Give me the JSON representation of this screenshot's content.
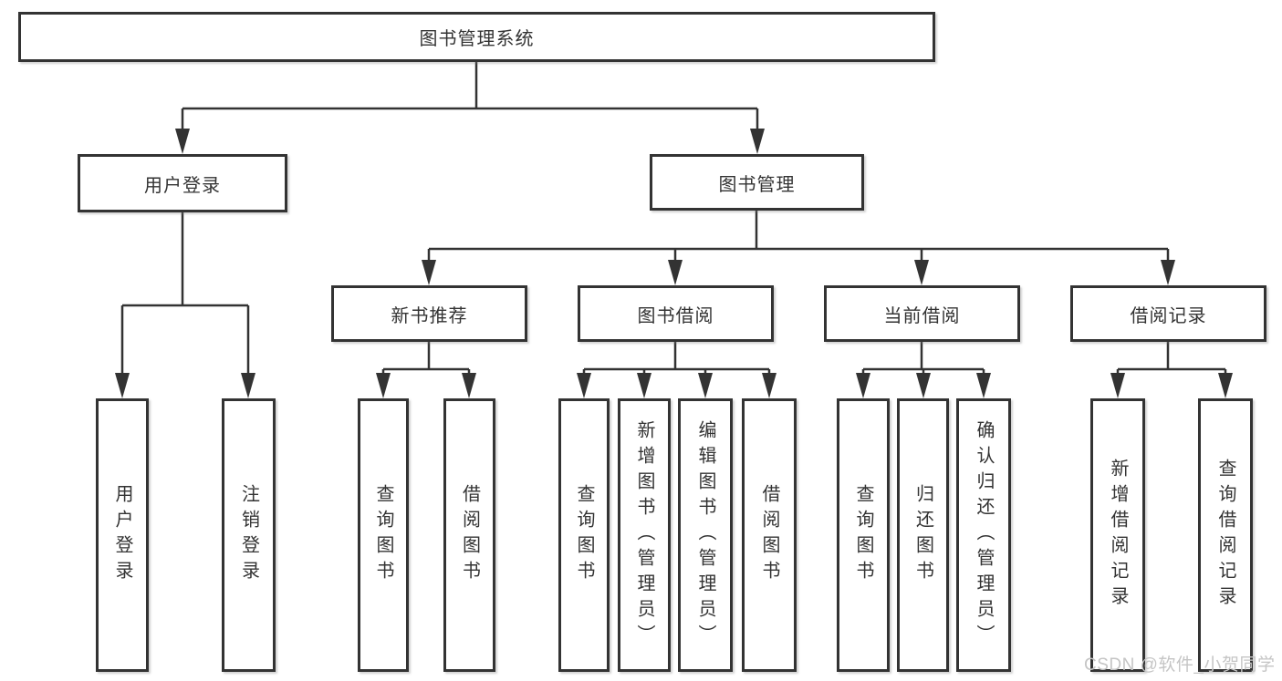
{
  "diagram": {
    "nodes": {
      "root": "图书管理系统",
      "user_login": "用户登录",
      "book_mgmt": "图书管理",
      "new_book_rec": "新书推荐",
      "book_borrow": "图书借阅",
      "current_borrow": "当前借阅",
      "borrow_records": "借阅记录",
      "leaves_user": [
        "用户登录",
        "注销登录"
      ],
      "leaves_new_book": [
        "查询图书",
        "借阅图书"
      ],
      "leaves_borrow": [
        "查询图书",
        "新增图书（管理员）",
        "编辑图书（管理员）",
        "借阅图书"
      ],
      "leaves_current": [
        "查询图书",
        "归还图书",
        "确认归还（管理员）"
      ],
      "leaves_records": [
        "新增借阅记录",
        "查询借阅记录"
      ]
    },
    "colors": {
      "line": "#333333",
      "text": "#333333",
      "background": "#ffffff",
      "watermark_text": "#c5c5c5"
    }
  },
  "watermark": {
    "text": "CSDN @软件_小贺同学"
  }
}
